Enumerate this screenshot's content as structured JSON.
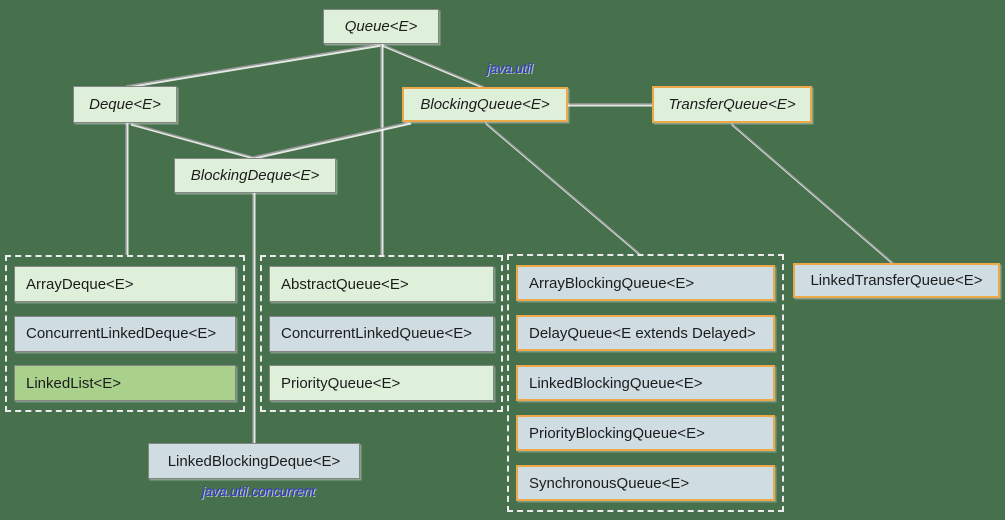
{
  "diagram": {
    "package_labels": {
      "java_util": "java.util",
      "java_util_concurrent": "java.util.concurrent"
    },
    "interfaces": {
      "queue": "Queue<E>",
      "deque": "Deque<E>",
      "blocking_queue": "BlockingQueue<E>",
      "transfer_queue": "TransferQueue<E>",
      "blocking_deque": "BlockingDeque<E>"
    },
    "classes": {
      "linked_blocking_deque": "LinkedBlockingDeque<E>",
      "linked_transfer_queue": "LinkedTransferQueue<E>"
    },
    "groups": {
      "deque_implementations": [
        "ArrayDeque<E>",
        "ConcurrentLinkedDeque<E>",
        "LinkedList<E>"
      ],
      "queue_implementations": [
        "AbstractQueue<E>",
        "ConcurrentLinkedQueue<E>",
        "PriorityQueue<E>"
      ],
      "blocking_queue_implementations": [
        "ArrayBlockingQueue<E>",
        "DelayQueue<E extends Delayed>",
        "LinkedBlockingQueue<E>",
        "PriorityBlockingQueue<E>",
        "SynchronousQueue<E>"
      ]
    },
    "edges": [
      {
        "from": "Queue<E>",
        "to": "Deque<E>"
      },
      {
        "from": "Queue<E>",
        "to": "BlockingQueue<E>"
      },
      {
        "from": "Queue<E>",
        "to": "queue_implementations_group"
      },
      {
        "from": "Deque<E>",
        "to": "deque_implementations_group"
      },
      {
        "from": "Deque<E>",
        "to": "BlockingDeque<E>"
      },
      {
        "from": "BlockingQueue<E>",
        "to": "BlockingDeque<E>"
      },
      {
        "from": "BlockingQueue<E>",
        "to": "TransferQueue<E>"
      },
      {
        "from": "BlockingQueue<E>",
        "to": "blocking_queue_implementations_group"
      },
      {
        "from": "TransferQueue<E>",
        "to": "LinkedTransferQueue<E>"
      },
      {
        "from": "BlockingDeque<E>",
        "to": "LinkedBlockingDeque<E>"
      }
    ],
    "colors": {
      "background": "#47704d",
      "interface_fill": "#dff0da",
      "concurrent_fill": "#cfdde3",
      "linked_list_fill": "#a9d18c",
      "gray_border": "#858585",
      "orange_border": "#eda84a",
      "group_dashed_border": "#ececec",
      "edge_line": "#9b9b9b",
      "package_label": "#3434dd",
      "text": "#1c1c1c"
    }
  }
}
